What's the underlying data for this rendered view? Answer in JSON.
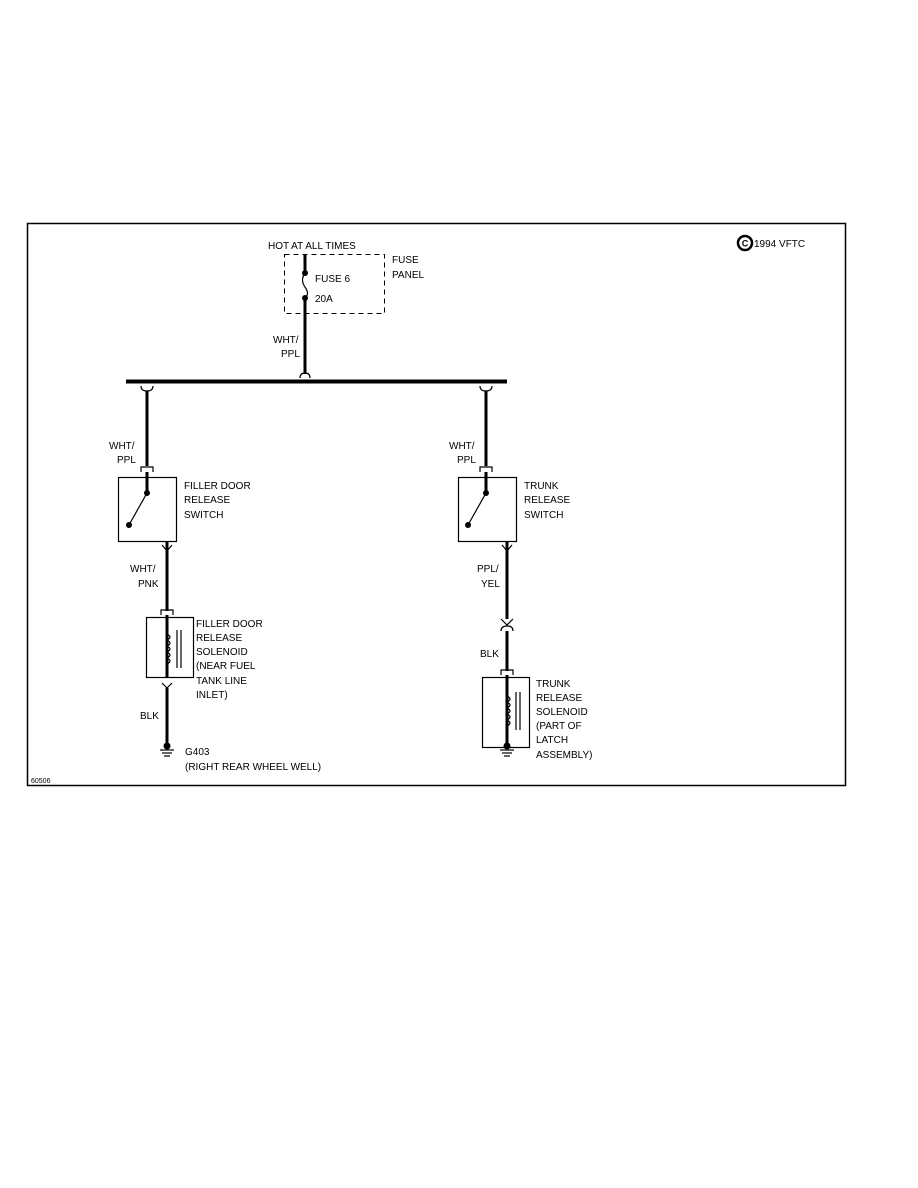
{
  "copyright": "1994 VFTC",
  "copyright_symbol": "C",
  "figure_id": "60506",
  "power": {
    "label": "HOT AT ALL TIMES"
  },
  "fuse_panel": {
    "label_line1": "FUSE",
    "label_line2": "PANEL",
    "fuse_name": "FUSE 6",
    "fuse_rating": "20A"
  },
  "wires": {
    "feed": {
      "l1": "WHT/",
      "l2": "PPL"
    },
    "left_top": {
      "l1": "WHT/",
      "l2": "PPL"
    },
    "right_top": {
      "l1": "WHT/",
      "l2": "PPL"
    },
    "left_mid": {
      "l1": "WHT/",
      "l2": "PNK"
    },
    "right_mid": {
      "l1": "PPL/",
      "l2": "YEL"
    },
    "left_ground": "BLK",
    "right_ground": "BLK"
  },
  "filler_switch": [
    "FILLER DOOR",
    "RELEASE",
    "SWITCH"
  ],
  "trunk_switch": [
    "TRUNK",
    "RELEASE",
    "SWITCH"
  ],
  "filler_solenoid": [
    "FILLER DOOR",
    "RELEASE",
    "SOLENOID",
    "(NEAR FUEL",
    "TANK LINE",
    "INLET)"
  ],
  "trunk_solenoid": [
    "TRUNK",
    "RELEASE",
    "SOLENOID",
    "(PART OF",
    "LATCH",
    "ASSEMBLY)"
  ],
  "ground": {
    "name": "G403",
    "location": "(RIGHT REAR WHEEL WELL)"
  }
}
